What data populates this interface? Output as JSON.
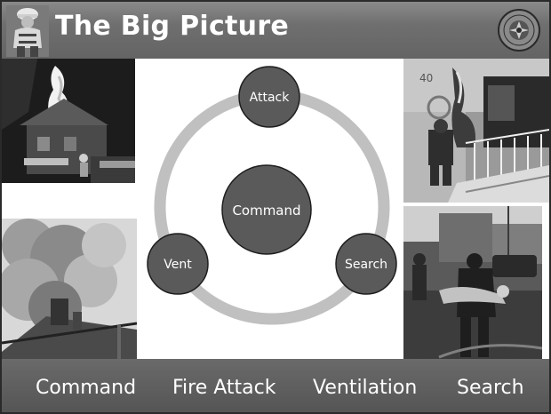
{
  "header": {
    "title": "The Big Picture"
  },
  "diagram": {
    "center": "Command",
    "nodes": [
      "Attack",
      "Search",
      "Vent"
    ]
  },
  "footer": {
    "items": [
      "Command",
      "Fire Attack",
      "Ventilation",
      "Search"
    ]
  },
  "colors": {
    "node_fill": "#5a5a5a",
    "ring": "#c0c0c0",
    "header_bg": "#6f6f6f",
    "footer_bg": "#5c5c5c"
  }
}
